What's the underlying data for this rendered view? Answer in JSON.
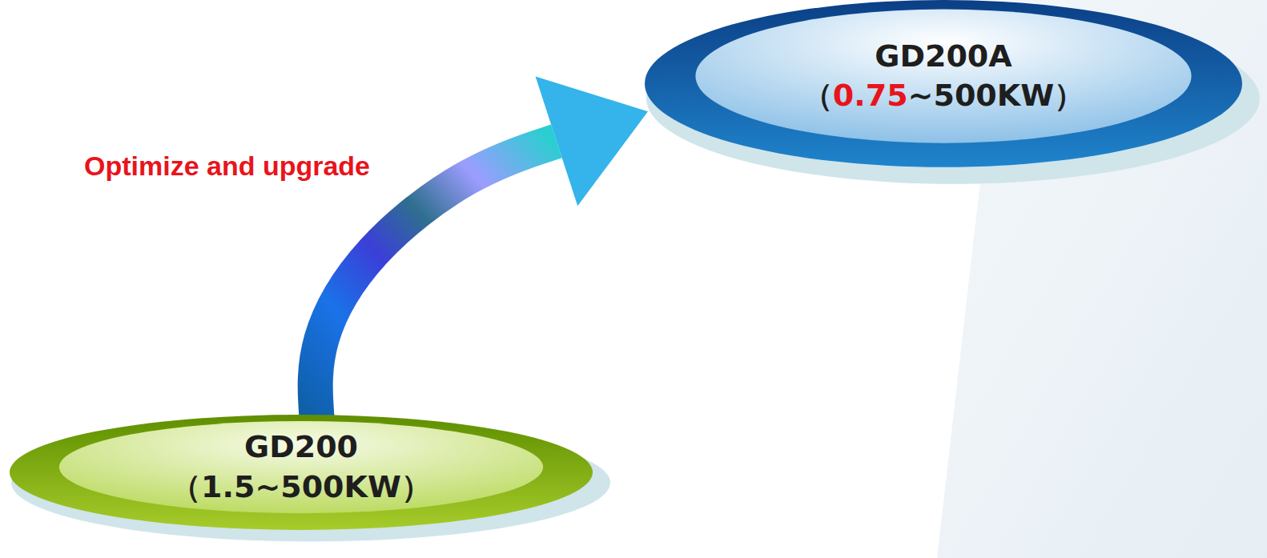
{
  "diagram": {
    "nodes": [
      {
        "text": [
          "GD200A",
          "（0.75~500KW）"
        ]
      },
      {
        "text": [
          "GD200",
          "（1.5~500KW）"
        ]
      }
    ],
    "edges": [
      {
        "from": 1,
        "to": 0,
        "arrow": "to",
        "label": "Optimize and upgrade"
      }
    ]
  }
}
